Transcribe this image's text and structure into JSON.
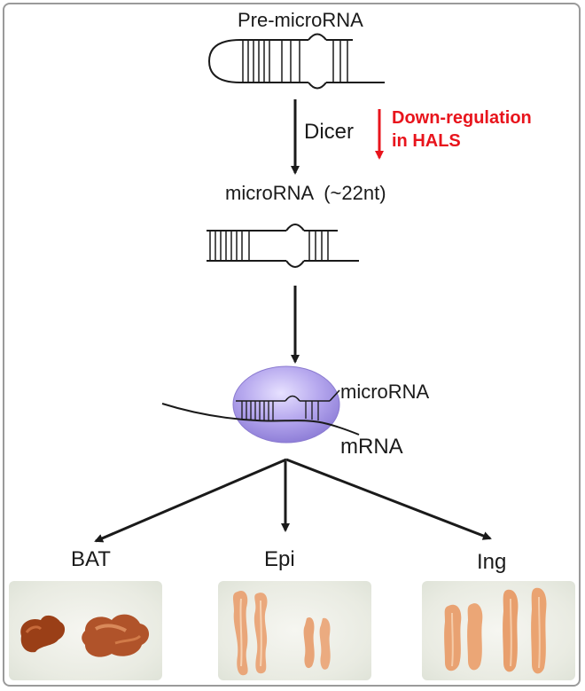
{
  "diagram": {
    "title": "Pre-microRNA",
    "enzyme_label": "Dicer",
    "regulation_note": [
      "Down-regulation",
      "in HALS"
    ],
    "mature_label": "microRNA  (~22nt)",
    "complex_mirna_label": "microRNA",
    "complex_mrna_label": "mRNA",
    "tissues": [
      {
        "label": "BAT",
        "image": "brown adipose tissue photo"
      },
      {
        "label": "Epi",
        "image": "epididymal fat pads photo"
      },
      {
        "label": "Ing",
        "image": "inguinal fat pads photo"
      }
    ],
    "colors": {
      "regulation_arrow": "#e8141c",
      "risc_complex": "#a99ce6",
      "tissue_brown": "#a2471c",
      "tissue_pale": "#e9a679"
    }
  }
}
